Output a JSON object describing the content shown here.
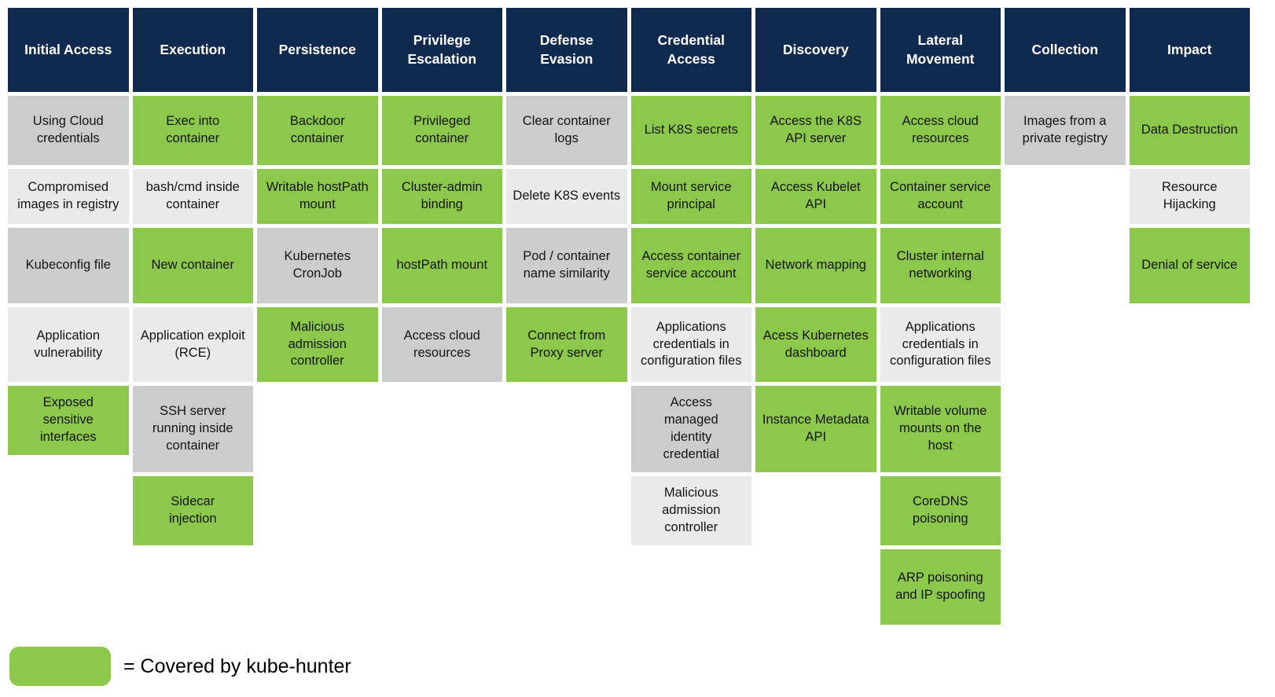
{
  "colors": {
    "header_bg": "#10294E",
    "covered_green": "#8CC84B",
    "gray_dark": "#CBCCCE",
    "gray_light": "#E9EAEB",
    "cell_text": "#141414",
    "header_text": "#FFFFFF"
  },
  "legend": {
    "label": "= Covered by kube-hunter"
  },
  "matrix": {
    "columns": [
      {
        "key": "initial-access",
        "header": "Initial Access",
        "cells": [
          {
            "label": "Using Cloud\ncredentials",
            "style": "gray-dark"
          },
          {
            "label": "Compromised\nimages in registry",
            "style": "gray-light"
          },
          {
            "label": "Kubeconfig file",
            "style": "gray-dark"
          },
          {
            "label": "Application\nvulnerability",
            "style": "gray-light"
          },
          {
            "label": "Exposed\nsensitive\ninterfaces",
            "style": "green"
          }
        ]
      },
      {
        "key": "execution",
        "header": "Execution",
        "cells": [
          {
            "label": "Exec into\ncontainer",
            "style": "green"
          },
          {
            "label": "bash/cmd inside\ncontainer",
            "style": "gray-light"
          },
          {
            "label": "New container",
            "style": "green"
          },
          {
            "label": "Application exploit\n(RCE)",
            "style": "gray-light"
          },
          {
            "label": "SSH server\nrunning inside\ncontainer",
            "style": "gray-dark"
          },
          {
            "label": "Sidecar\ninjection",
            "style": "green"
          }
        ]
      },
      {
        "key": "persistence",
        "header": "Persistence",
        "cells": [
          {
            "label": "Backdoor\ncontainer",
            "style": "green"
          },
          {
            "label": "Writable hostPath\nmount",
            "style": "green"
          },
          {
            "label": "Kubernetes\nCronJob",
            "style": "gray-dark"
          },
          {
            "label": "Malicious\nadmission\ncontroller",
            "style": "green"
          }
        ]
      },
      {
        "key": "privilege-escalation",
        "header": "Privilege\nEscalation",
        "cells": [
          {
            "label": "Privileged\ncontainer",
            "style": "green"
          },
          {
            "label": "Cluster-admin\nbinding",
            "style": "green"
          },
          {
            "label": "hostPath mount",
            "style": "green"
          },
          {
            "label": "Access cloud\nresources",
            "style": "gray-dark"
          }
        ]
      },
      {
        "key": "defense-evasion",
        "header": "Defense\nEvasion",
        "cells": [
          {
            "label": "Clear container\nlogs",
            "style": "gray-dark"
          },
          {
            "label": "Delete K8S events",
            "style": "gray-light"
          },
          {
            "label": "Pod / container\nname similarity",
            "style": "gray-dark"
          },
          {
            "label": "Connect from\nProxy server",
            "style": "green"
          }
        ]
      },
      {
        "key": "credential-access",
        "header": "Credential\nAccess",
        "cells": [
          {
            "label": "List K8S secrets",
            "style": "green"
          },
          {
            "label": "Mount service\nprincipal",
            "style": "green"
          },
          {
            "label": "Access container\nservice account",
            "style": "green"
          },
          {
            "label": "Applications\ncredentials in\nconfiguration files",
            "style": "gray-light"
          },
          {
            "label": "Access\nmanaged\nidentity\ncredential",
            "style": "gray-dark"
          },
          {
            "label": "Malicious\nadmission\ncontroller",
            "style": "gray-light"
          }
        ]
      },
      {
        "key": "discovery",
        "header": "Discovery",
        "cells": [
          {
            "label": "Access the K8S\nAPI server",
            "style": "green"
          },
          {
            "label": "Access Kubelet\nAPI",
            "style": "green"
          },
          {
            "label": "Network mapping",
            "style": "green"
          },
          {
            "label": "Acess Kubernetes\ndashboard",
            "style": "green"
          },
          {
            "label": "Instance Metadata\nAPI",
            "style": "green"
          }
        ]
      },
      {
        "key": "lateral-movement",
        "header": "Lateral\nMovement",
        "cells": [
          {
            "label": "Access cloud\nresources",
            "style": "green"
          },
          {
            "label": "Container service\naccount",
            "style": "green"
          },
          {
            "label": "Cluster internal\nnetworking",
            "style": "green"
          },
          {
            "label": "Applications\ncredentials in\nconfiguration files",
            "style": "gray-light"
          },
          {
            "label": "Writable volume\nmounts on the\nhost",
            "style": "green"
          },
          {
            "label": "CoreDNS\npoisoning",
            "style": "green"
          },
          {
            "label": "ARP poisoning\nand IP spoofing",
            "style": "green"
          }
        ]
      },
      {
        "key": "collection",
        "header": "Collection",
        "cells": [
          {
            "label": "Images from a\nprivate registry",
            "style": "gray-dark"
          }
        ]
      },
      {
        "key": "impact",
        "header": "Impact",
        "cells": [
          {
            "label": "Data Destruction",
            "style": "green"
          },
          {
            "label": "Resource\nHijacking",
            "style": "gray-light"
          },
          {
            "label": "Denial of service",
            "style": "green"
          }
        ]
      }
    ]
  }
}
